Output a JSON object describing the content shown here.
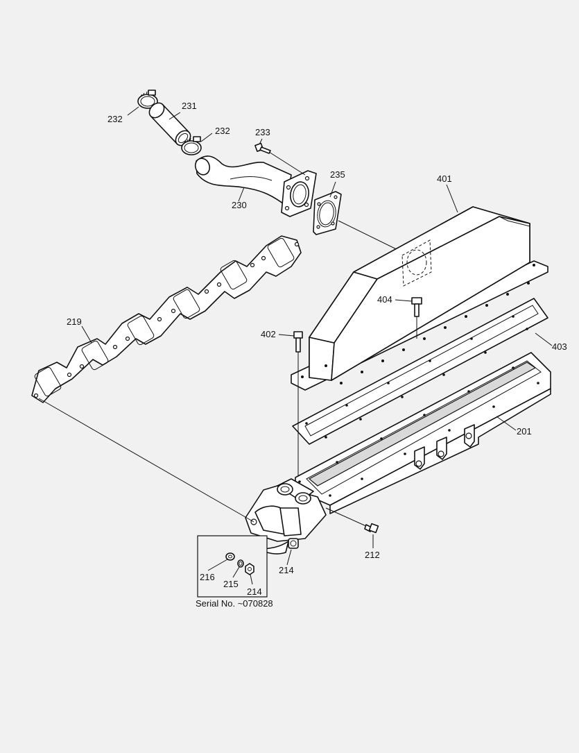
{
  "diagram": {
    "callouts": {
      "c232a": "232",
      "c231": "231",
      "c232b": "232",
      "c233": "233",
      "c230": "230",
      "c235": "235",
      "c401": "401",
      "c404": "404",
      "c219": "219",
      "c402": "402",
      "c403": "403",
      "c201": "201",
      "c212": "212",
      "c214a": "214",
      "c216": "216",
      "c215": "215",
      "c214b": "214"
    },
    "inset_caption": "Serial No. ~070828"
  }
}
